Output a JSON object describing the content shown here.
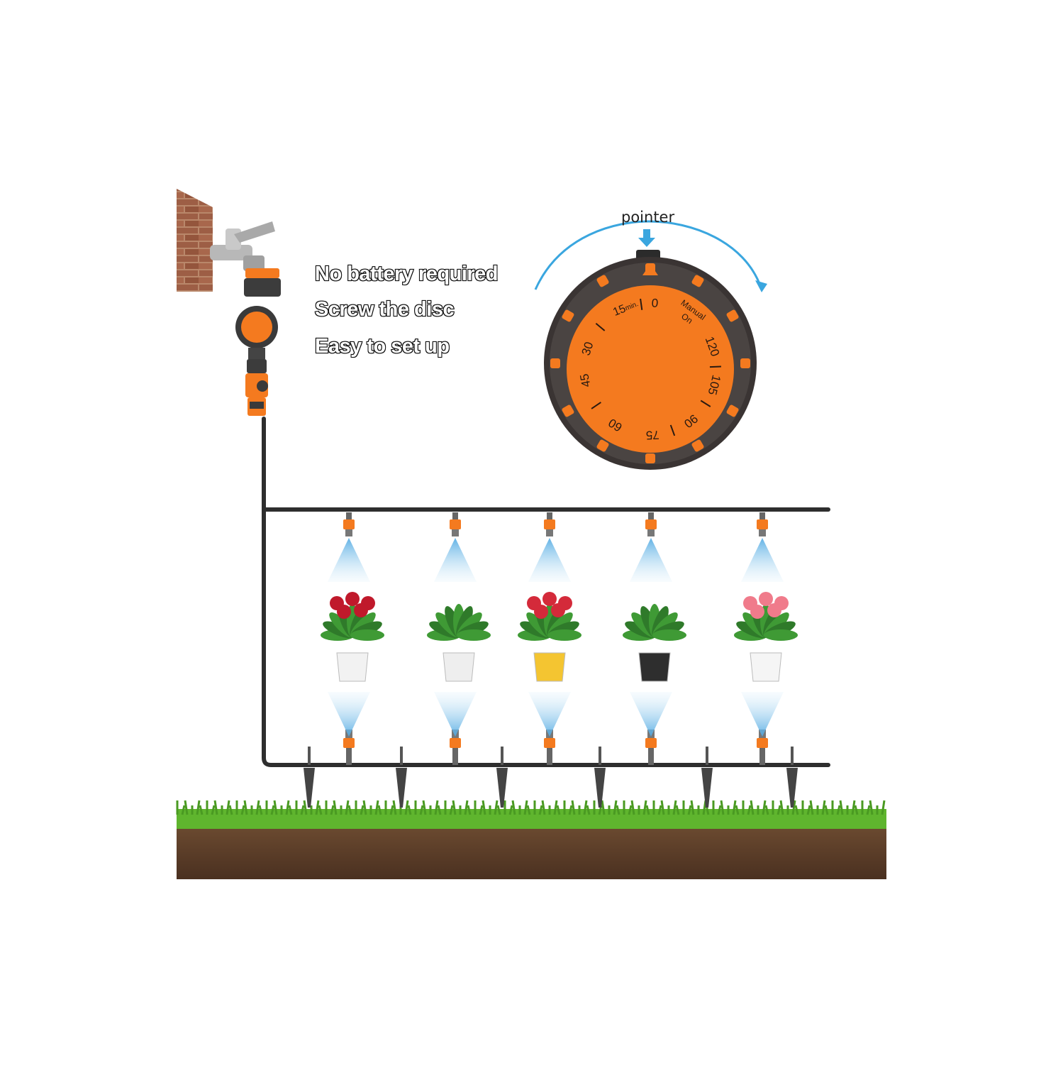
{
  "features": [
    "No battery required",
    "Screw the disc",
    "Easy to set up"
  ],
  "pointer_label": "pointer",
  "dial": {
    "min_label": "15",
    "min_unit": "min.",
    "ticks": [
      "0",
      "30",
      "45",
      "60",
      "75",
      "90",
      "105",
      "120"
    ],
    "manual_line1": "Manual",
    "manual_line2": "On"
  },
  "colors": {
    "accent_orange": "#f47a1f",
    "hose": "#2e2e2e",
    "mist_blue": "#7fc4ec",
    "arrow_blue": "#3aa6df",
    "grass": "#5fb52e",
    "soil": "#5a3c28"
  },
  "plants": [
    "red-rose-plant",
    "calathea-plant",
    "bromeliad-plant",
    "leafy-plant",
    "anthurium-plant"
  ]
}
